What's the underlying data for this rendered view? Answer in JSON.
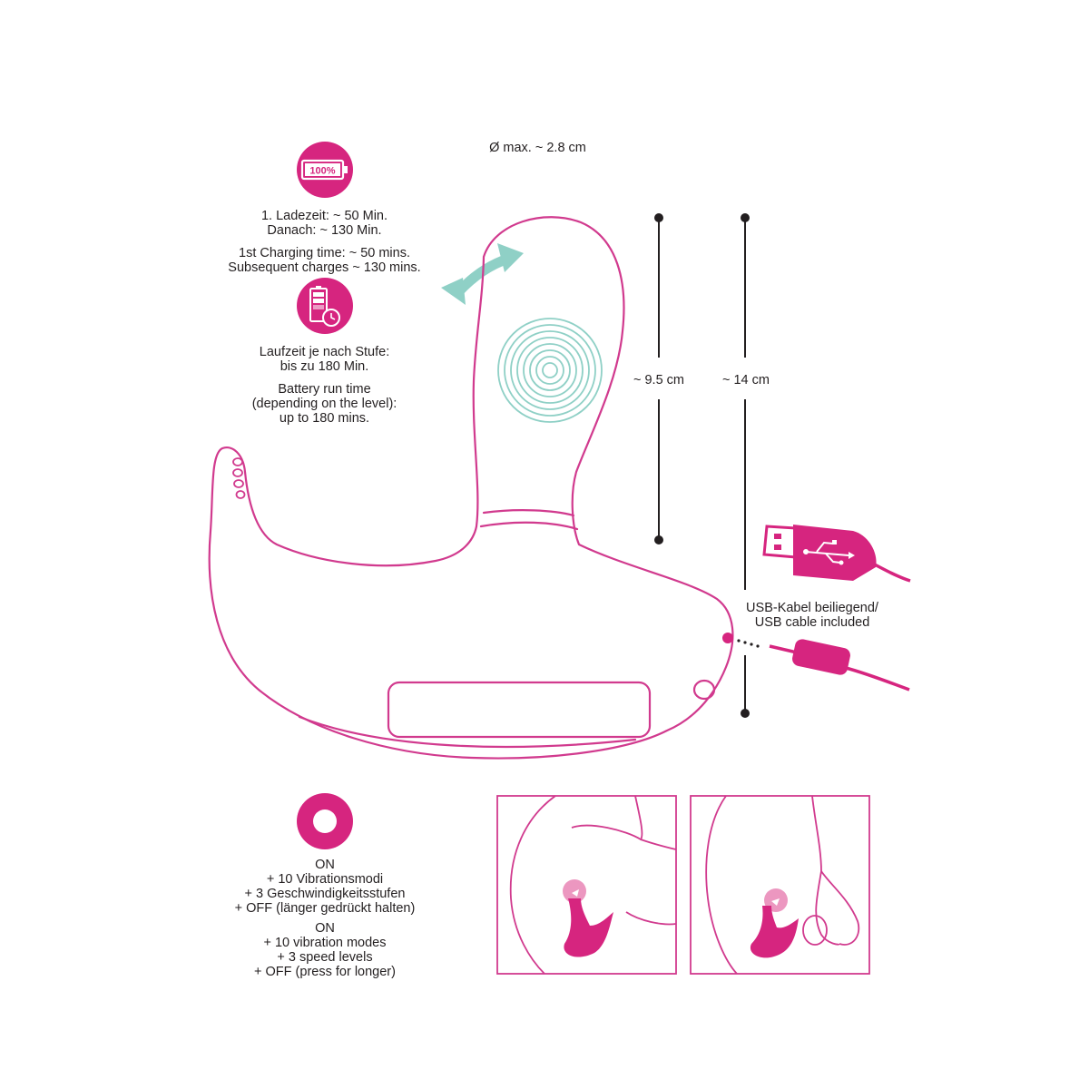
{
  "diameter_label": "Ø max. ~ 2.8 cm",
  "battery_badge": {
    "icon": "battery-full-icon",
    "percent": "100%",
    "lines_de": [
      "1. Ladezeit: ~ 50 Min.",
      "Danach: ~ 130 Min."
    ],
    "lines_en": [
      "1st Charging time: ~ 50 mins.",
      "Subsequent charges ~ 130 mins."
    ]
  },
  "runtime_badge": {
    "icon": "battery-clock-icon",
    "lines_de": [
      "Laufzeit je nach Stufe:",
      "bis zu 180 Min."
    ],
    "lines_en": [
      "Battery run time",
      "(depending on the level):",
      "up to 180 mins."
    ]
  },
  "dimensions": {
    "insertable_length": "~ 9.5 cm",
    "total_length": "~ 14 cm"
  },
  "usb": {
    "icon": "usb-icon",
    "lines": [
      "USB-Kabel beiliegend/",
      "USB cable included"
    ]
  },
  "button": {
    "icon": "power-button-icon",
    "lines_de": [
      "ON",
      "+ 10 Vibrationsmodi",
      "+ 3 Geschwindigkeitsstufen",
      "+ OFF (länger gedrückt halten)"
    ],
    "lines_en": [
      "ON",
      "+ 10 vibration modes",
      "+ 3 speed levels",
      "+ OFF (press for longer)"
    ]
  },
  "colors": {
    "magenta": "#d6257f",
    "outline": "#d13a8e",
    "teal": "#8fd0c6",
    "dark": "#231f20"
  }
}
